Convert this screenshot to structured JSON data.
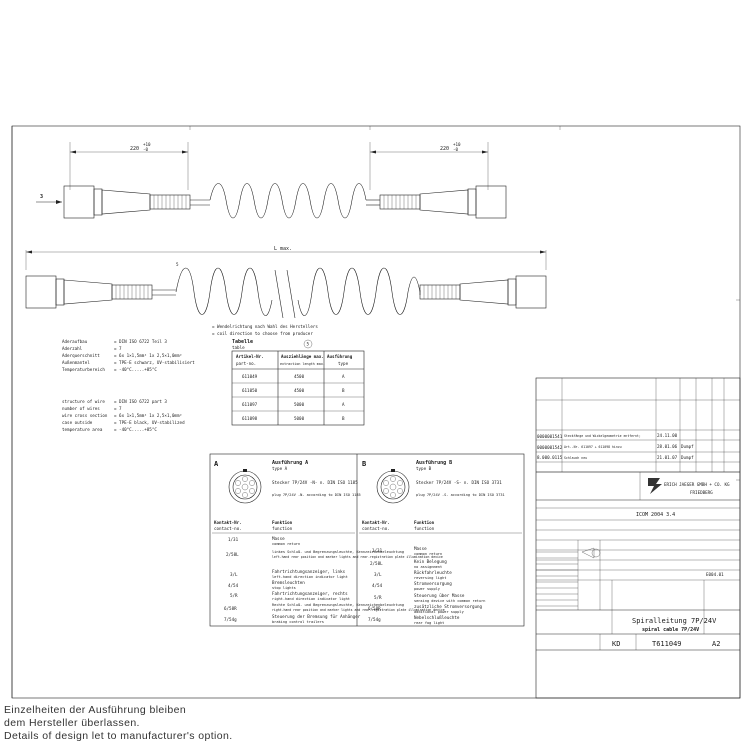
{
  "top_drawing": {
    "dim_left": "220",
    "dim_left_tol_up": "+10",
    "dim_left_tol_dn": "-0",
    "dim_right": "220",
    "dim_right_tol_up": "+10",
    "dim_right_tol_dn": "-0",
    "arrow_label": "3"
  },
  "mid_drawing": {
    "length_label": "L max."
  },
  "coil_note": {
    "line1": "= Wendelrichtung nach Wahl des Herstellers",
    "line2": "= coil direction to choose from producer"
  },
  "spec_de": [
    {
      "label": "Aderaufbau",
      "value": "= DIN ISO 6722 Teil 3"
    },
    {
      "label": "Aderzahl",
      "value": "= 7"
    },
    {
      "label": "Aderquerschnitt",
      "value": "= 6x 1×1,5mm² 1x 2,5×1,0mm²"
    },
    {
      "label": "Außenmantel",
      "value": "= TPE-E schwarz, UV-stabilisiert"
    },
    {
      "label": "Temperaturbereich",
      "value": "= -40°C.....+85°C"
    }
  ],
  "spec_en": [
    {
      "label": "structure of wire",
      "value": "= DIN ISO 6722 part 3"
    },
    {
      "label": "number of wires",
      "value": "= 7"
    },
    {
      "label": "wire cross section",
      "value": "= 6x 1×1,5mm² 1x 2,5×1,0mm²"
    },
    {
      "label": "case outside",
      "value": "= TPE-E black, UV-stabilized"
    },
    {
      "label": "temperature area",
      "value": "= -40°C.....+85°C"
    }
  ],
  "table": {
    "title": "Tabelle",
    "subtitle": "table",
    "marker": "5",
    "headers": [
      "Artikel-Nr.",
      "Ausziehlänge max.",
      "Ausführung"
    ],
    "subheaders": [
      "part-no.",
      "extraction length max.",
      "type"
    ],
    "rows": [
      [
        "611049",
        "4500",
        "A"
      ],
      [
        "611050",
        "4500",
        "B"
      ],
      [
        "611097",
        "5000",
        "A"
      ],
      [
        "611098",
        "5000",
        "B"
      ]
    ]
  },
  "variant_a": {
    "letter": "A",
    "title": "Ausführung A",
    "subtitle": "type A",
    "plug_de": "Stecker 7P/24V -N- n. DIN ISO 1185",
    "plug_en": "plug 7P/24V -N- according to DIN ISO 1185",
    "col1": "Kontakt-Nr.",
    "col1_en": "contact-no.",
    "col2": "Funktion",
    "col2_en": "function",
    "rows": [
      {
        "no": "1/31",
        "de": "Masse",
        "en": "common return"
      },
      {
        "no": "2/58L",
        "de": "linkes Schluß- und Begrenzungsleuchte, Kennzeichenbeleuchtung",
        "en": "left-hand rear position and marker lights and rear-registration plate illumination device"
      },
      {
        "no": "3/L",
        "de": "Fahrtrichtungsanzeiger, links",
        "en": "left-hand direction indicator light"
      },
      {
        "no": "4/54",
        "de": "Bremsleuchten",
        "en": "stop lights"
      },
      {
        "no": "5/R",
        "de": "Fahrtrichtungsanzeiger, rechts",
        "en": "right-hand direction indicator light"
      },
      {
        "no": "6/58R",
        "de": "Rechte Schluß- und Begrenzungsleuchte, Kennzeichenbeleuchtung",
        "en": "right-hand rear position and marker lights and rear-registration plate illumination device"
      },
      {
        "no": "7/54g",
        "de": "Steuerung der Bremsung für Anhänger",
        "en": "braking control trailers"
      }
    ]
  },
  "variant_b": {
    "letter": "B",
    "title": "Ausführung B",
    "subtitle": "type B",
    "plug_de": "Stecker 7P/24V -S- n. DIN ISO 3731",
    "plug_en": "plug 7P/24V -S- according to DIN ISO 3731",
    "col1": "Kontakt-Nr.",
    "col1_en": "contact-no.",
    "col2": "Funktion",
    "col2_en": "function",
    "rows": [
      {
        "no": "1/31",
        "de": "Masse",
        "en": "common return"
      },
      {
        "no": "2/58L",
        "de": "Kein Belegung",
        "en": "no assignment"
      },
      {
        "no": "3/L",
        "de": "Rückfahrleuchte",
        "en": "reversing light"
      },
      {
        "no": "4/54",
        "de": "Stromversorgung",
        "en": "power supply"
      },
      {
        "no": "5/R",
        "de": "Steuerung über Masse",
        "en": "sensing device with common return"
      },
      {
        "no": "6/58R",
        "de": "zusätzliche Stromversorgung",
        "en": "additional power supply"
      },
      {
        "no": "7/54g",
        "de": "Nebelschlußleuchte",
        "en": "rear fog light"
      }
    ]
  },
  "title_block": {
    "company": "ERICH JAEGER GMBH + CO. KG",
    "city": "FRIEDBERG",
    "standard": "ICOM 2004 3.4",
    "scale": "E004.01",
    "dates": [
      "24.11.00",
      "28.01.06",
      "21.01.07"
    ],
    "names": [
      "Dumpf",
      "Dumpf"
    ],
    "title_de": "Spiralleitung 7P/24V",
    "title_en": "spiral cable 7P/24V",
    "drawing_no": "T611049",
    "format": "A2",
    "prefix": "KD",
    "rev_codes": [
      "0000001541",
      "0000001542",
      "8.000.0115"
    ]
  },
  "footnote": {
    "line1": "Einzelheiten der Ausführung bleiben",
    "line2": "dem Hersteller überlassen.",
    "line3": "Details of design let to manufacturer's option."
  }
}
